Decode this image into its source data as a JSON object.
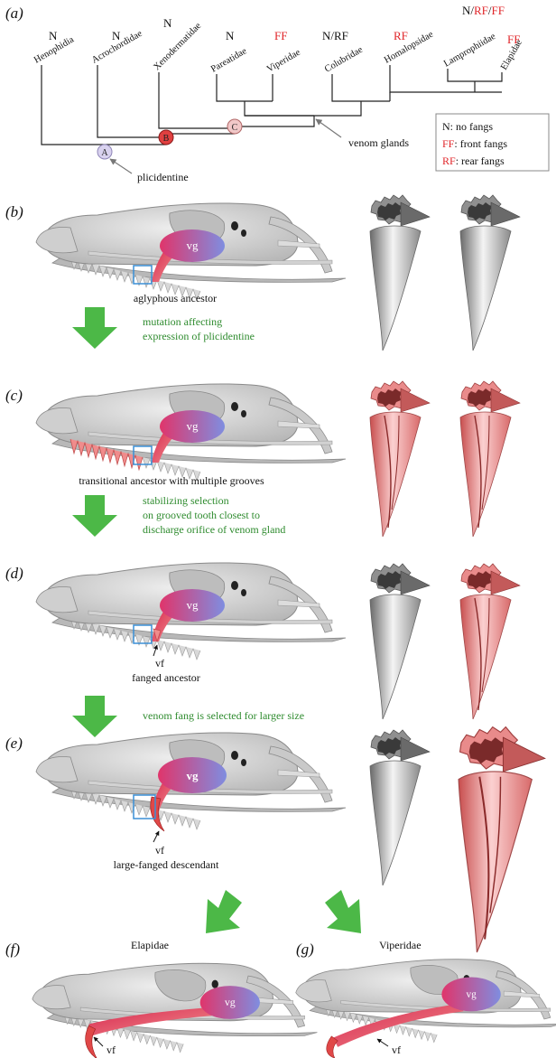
{
  "panel_labels": {
    "a": "(a)",
    "b": "(b)",
    "c": "(c)",
    "d": "(d)",
    "e": "(e)",
    "f": "(f)",
    "g": "(g)"
  },
  "phylogeny": {
    "taxa": [
      {
        "name": "Henophidia",
        "status": "N"
      },
      {
        "name": "Acrochordidae",
        "status": "N"
      },
      {
        "name": "Xenodermatidae",
        "status": "N"
      },
      {
        "name": "Pareatidae",
        "status": "N"
      },
      {
        "name": "Viperidae",
        "status": "FF"
      },
      {
        "name": "Colubridae",
        "status": "N/RF"
      },
      {
        "name": "Homalopsidae",
        "status": "RF"
      },
      {
        "name": "Lamprophiidae",
        "status": "N/RF/FF"
      },
      {
        "name": "Elapidae",
        "status": "FF"
      }
    ],
    "status_multi": {
      "n": "N/",
      "rf": "RF",
      "slash": "/",
      "ff": "FF"
    },
    "nodes": {
      "a": "A",
      "b": "B",
      "c": "C"
    },
    "annotations": {
      "venom_glands": "venom glands",
      "plicidentine": "plicidentine"
    }
  },
  "legend": [
    {
      "abbr": "N",
      "text": ": no fangs",
      "color": "#111111"
    },
    {
      "abbr": "FF",
      "text": ": front fangs",
      "color": "#e0262a"
    },
    {
      "abbr": "RF",
      "text": ": rear fangs",
      "color": "#e0262a"
    }
  ],
  "captions": {
    "b": "aglyphous ancestor",
    "c": "transitional ancestor with multiple grooves",
    "d": "fanged ancestor",
    "e": "large-fanged descendant",
    "f": "Elapidae",
    "g": "Viperidae"
  },
  "transitions": {
    "b_to_c": [
      "mutation affecting",
      "expression of plicidentine"
    ],
    "c_to_d": [
      "stabilizing selection",
      "on grooved tooth closest to",
      "discharge orifice of venom gland"
    ],
    "d_to_e": [
      "venom fang is selected for larger size"
    ]
  },
  "labels": {
    "vg": "vg",
    "vf": "vf"
  },
  "colors": {
    "red": "#e0262a",
    "green_arrow": "#4cb847",
    "green_text": "#2e8b2e",
    "grey_bone": "#c8c8c8",
    "pink_tooth": "#f08c8c",
    "box_blue": "#3b8fd6"
  }
}
